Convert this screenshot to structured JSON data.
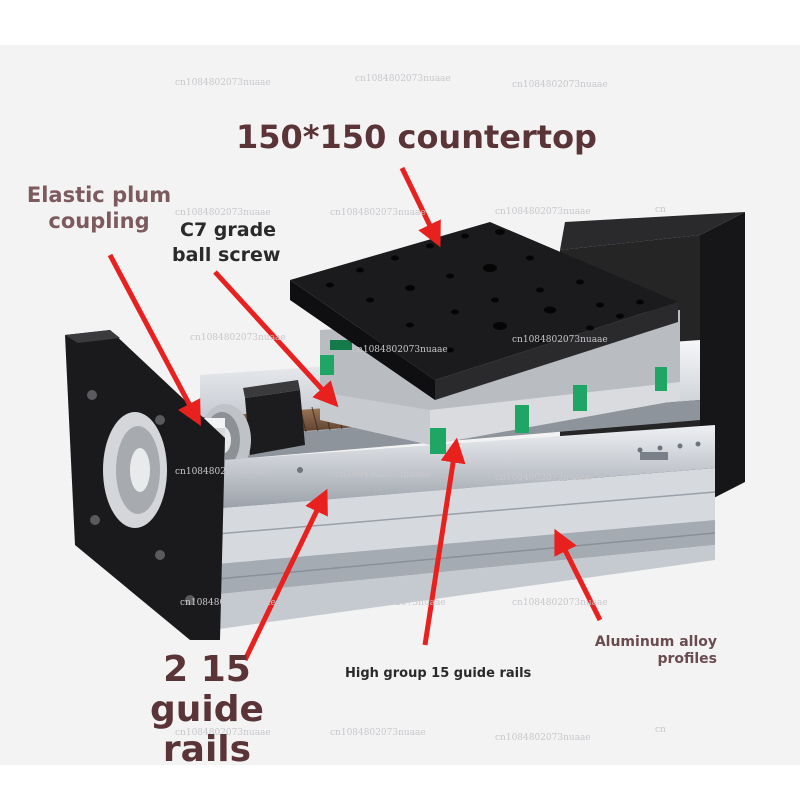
{
  "labels": {
    "countertop": "150*150 countertop",
    "coupling_line1": "Elastic plum",
    "coupling_line2": "coupling",
    "screw_line1": "C7 grade",
    "screw_line2": "ball screw",
    "guide_rails_line1": "2 15 guide",
    "guide_rails_line2": "rails",
    "high_group": "High group 15 guide rails",
    "aluminum_line1": "Aluminum alloy",
    "aluminum_line2": "profiles"
  },
  "watermark": {
    "text": "cn1084802073nuaae",
    "short": "cn"
  },
  "colors": {
    "arrow": "#e8201e",
    "plate": "#1b1b1d",
    "rail_block": "#1fa564",
    "aluminum": "#cfd3d8"
  }
}
